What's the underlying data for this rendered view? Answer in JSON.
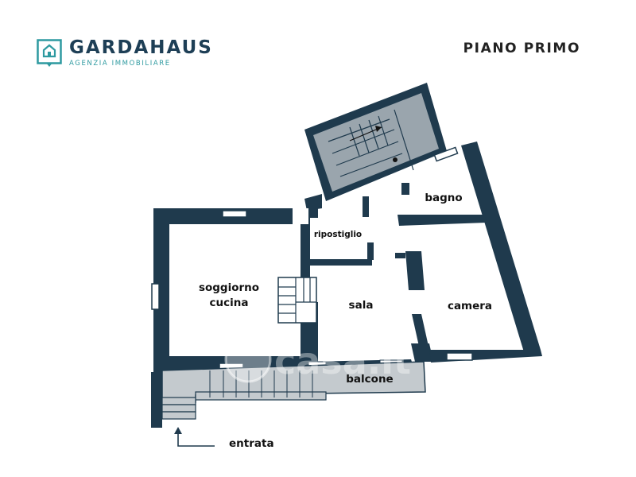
{
  "brand": {
    "name": "GARDAHAUS",
    "subtitle": "AGENZIA IMMOBILIARE",
    "accent_color": "#2e9aa0",
    "text_color": "#1e3f56",
    "logo_icon": "house-icon"
  },
  "floor_title": "PIANO PRIMO",
  "colors": {
    "wall": "#1f3a4d",
    "stair_fill": "#9aa5ad",
    "balcony_fill": "#c4cace",
    "floor": "#ffffff"
  },
  "rooms": {
    "soggiorno": "soggiorno",
    "cucina": "cucina",
    "ripostiglio": "ripostiglio",
    "sala": "sala",
    "bagno": "bagno",
    "camera": "camera",
    "balcone": "balcone"
  },
  "entrance_label": "entrata",
  "watermark": "casa.it"
}
